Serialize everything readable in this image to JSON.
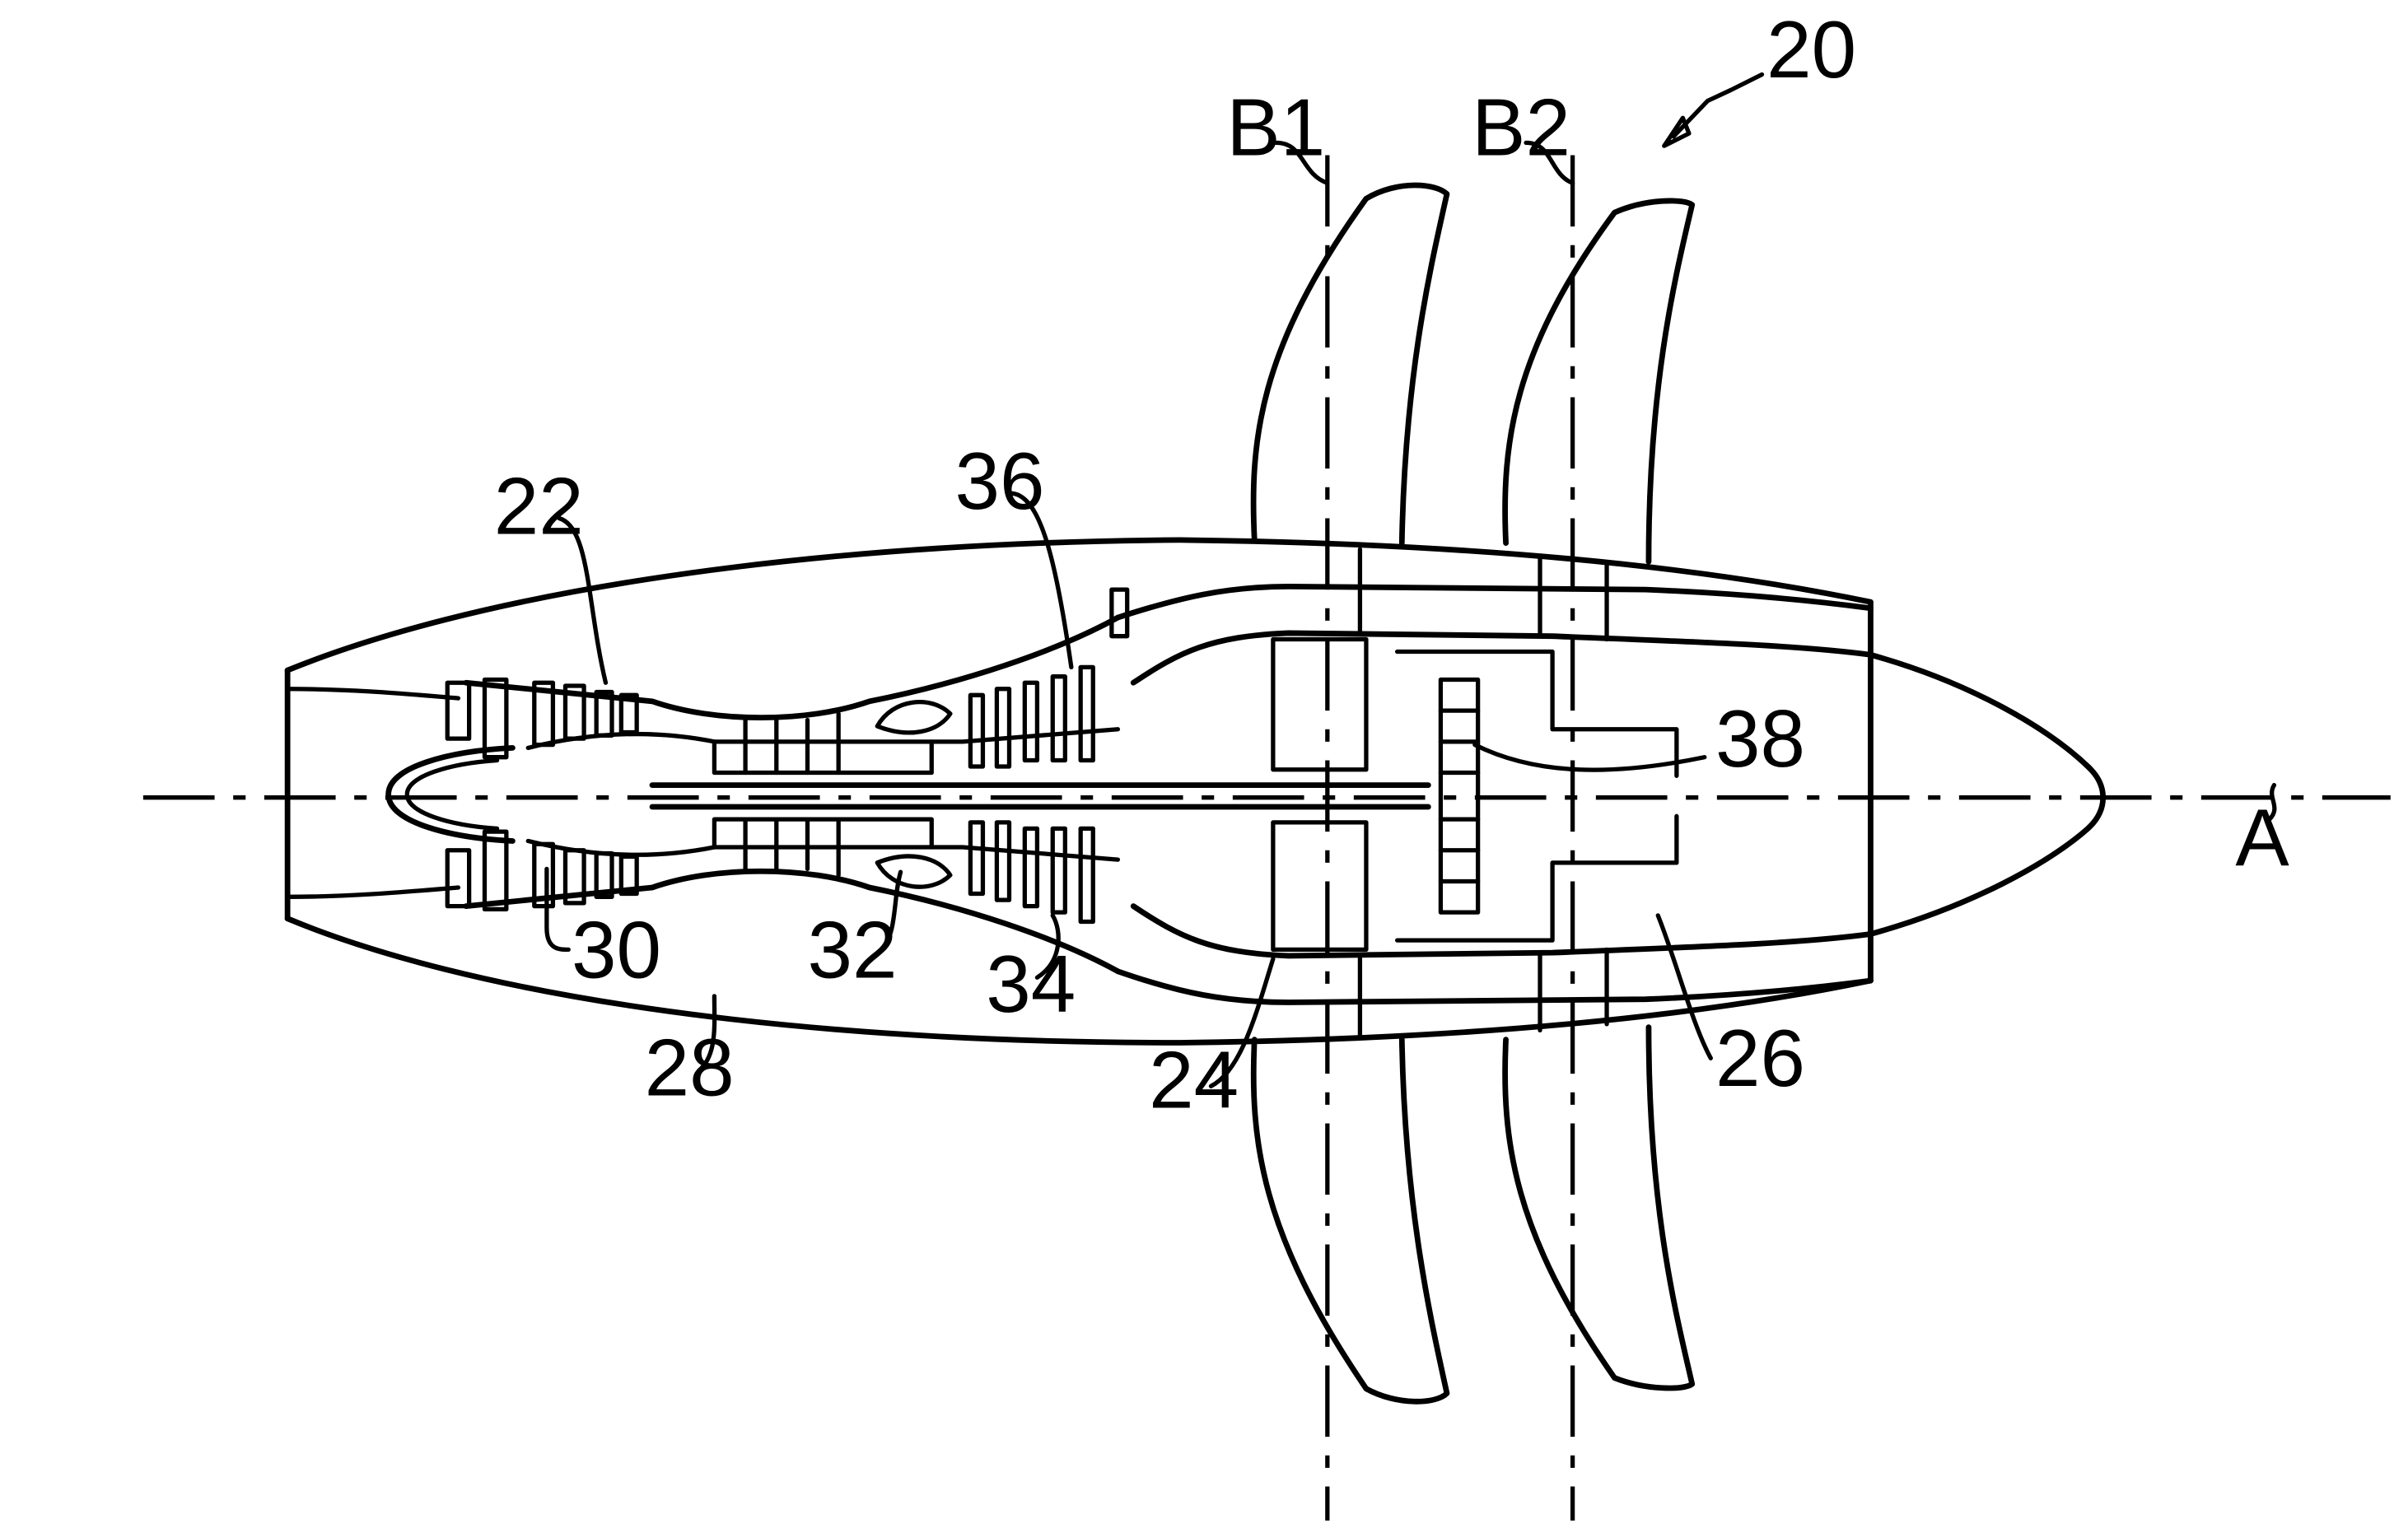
{
  "figure": {
    "references": {
      "engine": "20",
      "core_engine": "22",
      "fan_section": "24",
      "rear_fan_section": "26",
      "nacelle": "28",
      "compressor": "30",
      "combustor": "32",
      "turbine": "34",
      "power_turbine": "36",
      "gearbox": "38",
      "engine_axis": "A",
      "blade_axis_1": "B1",
      "blade_axis_2": "B2"
    }
  }
}
